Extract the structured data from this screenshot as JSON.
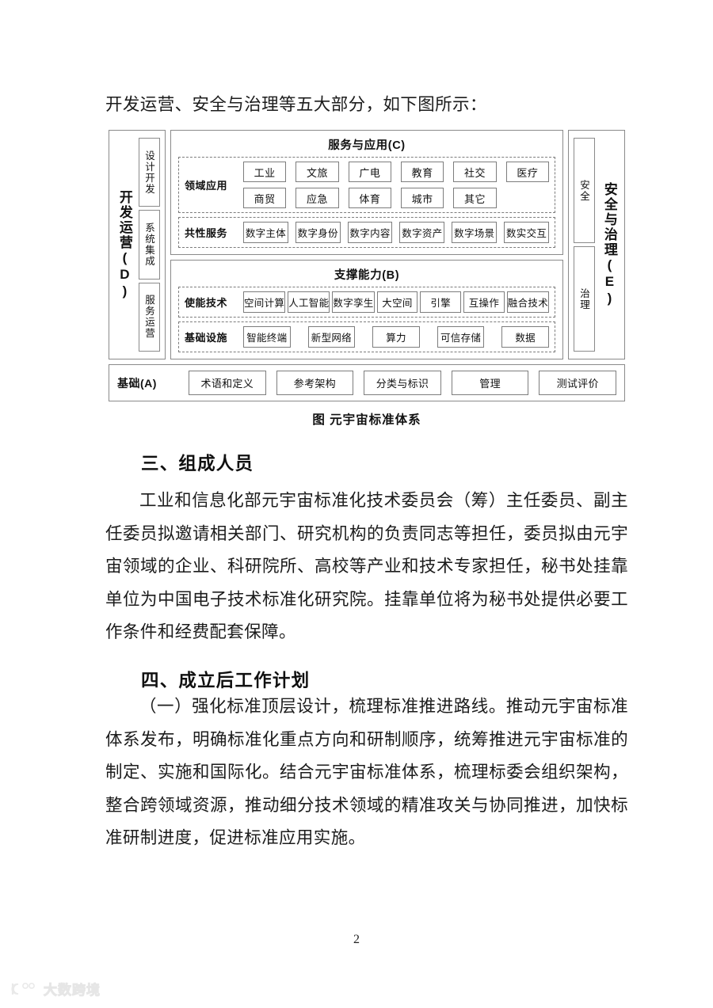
{
  "document": {
    "lead_line": "开发运营、安全与治理等五大部分，如下图所示：",
    "page_number": "2"
  },
  "figure": {
    "caption": "图  元宇宙标准体系",
    "left_pillar": {
      "label": "开发运营(D)",
      "items": [
        "设计开发",
        "系统集成",
        "服务运营"
      ]
    },
    "right_pillar": {
      "label": "安全与治理(E)",
      "items": [
        "安全",
        "治理"
      ]
    },
    "layer_c": {
      "title": "服务与应用(C)",
      "rows": [
        {
          "label": "领域应用",
          "cells": [
            "工业",
            "文旅",
            "广电",
            "教育",
            "社交",
            "医疗",
            "商贸",
            "应急",
            "体育",
            "城市",
            "其它"
          ]
        },
        {
          "label": "共性服务",
          "cells": [
            "数字主体",
            "数字身份",
            "数字内容",
            "数字资产",
            "数字场景",
            "数实交互"
          ]
        }
      ]
    },
    "layer_b": {
      "title": "支撑能力(B)",
      "rows": [
        {
          "label": "使能技术",
          "cells": [
            "空间计算",
            "人工智能",
            "数字孪生",
            "大空间",
            "引擎",
            "互操作",
            "融合技术"
          ]
        },
        {
          "label": "基础设施",
          "cells": [
            "智能终端",
            "新型网络",
            "算力",
            "可信存储",
            "数据"
          ]
        }
      ]
    },
    "layer_a": {
      "label": "基础(A)",
      "cells": [
        "术语和定义",
        "参考架构",
        "分类与标识",
        "管理",
        "测试评价"
      ]
    }
  },
  "sections": [
    {
      "heading": "三、组成人员",
      "paragraph": "工业和信息化部元宇宙标准化技术委员会（筹）主任委员、副主任委员拟邀请相关部门、研究机构的负责同志等担任，委员拟由元宇宙领域的企业、科研院所、高校等产业和技术专家担任，秘书处挂靠单位为中国电子技术标准化研究院。挂靠单位将为秘书处提供必要工作条件和经费配套保障。"
    },
    {
      "heading": "四、成立后工作计划",
      "paragraph": "（一）强化标准顶层设计，梳理标准推进路线。推动元宇宙标准体系发布，明确标准化重点方向和研制顺序，统筹推进元宇宙标准的制定、实施和国际化。结合元宇宙标准体系，梳理标委会组织架构，整合跨领域资源，推动细分技术领域的精准攻关与协同推进，加快标准研制进度，促进标准应用实施。"
    }
  ],
  "watermark": {
    "text": "大数跨境"
  }
}
